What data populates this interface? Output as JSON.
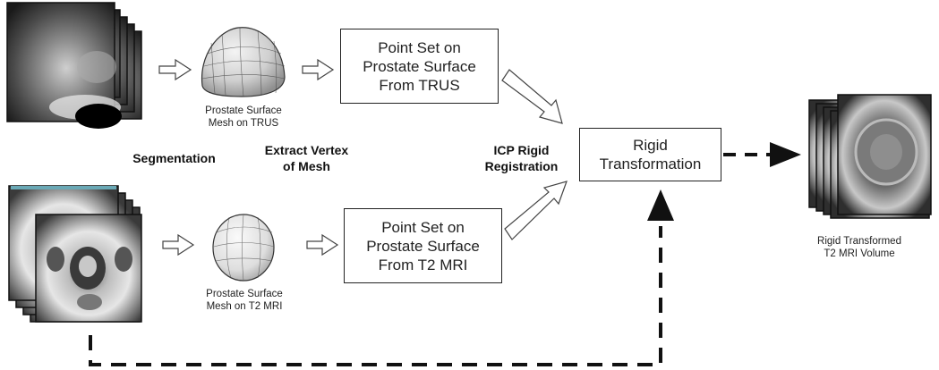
{
  "labels": {
    "segmentation": "Segmentation",
    "extract_vertex": "Extract Vertex\nof Mesh",
    "icp": "ICP Rigid\nRegistration",
    "mesh_trus": "Prostate Surface\nMesh on TRUS",
    "mesh_mri": "Prostate Surface\nMesh on T2 MRI",
    "output": "Rigid Transformed\nT2 MRI Volume"
  },
  "boxes": {
    "point_set_trus": "Point Set on\nProstate Surface\nFrom TRUS",
    "point_set_mri": "Point Set on\nProstate Surface\nFrom T2 MRI",
    "rigid_transformation": "Rigid\nTransformation"
  },
  "colors": {
    "ink": "#222222",
    "ultrasound_dark": "#1a1a1a",
    "ultrasound_mid": "#8a8a8a",
    "mri_light": "#d9d9d9",
    "mri_dark": "#2b2b2b",
    "mri_tint": "#6aa9b6"
  }
}
